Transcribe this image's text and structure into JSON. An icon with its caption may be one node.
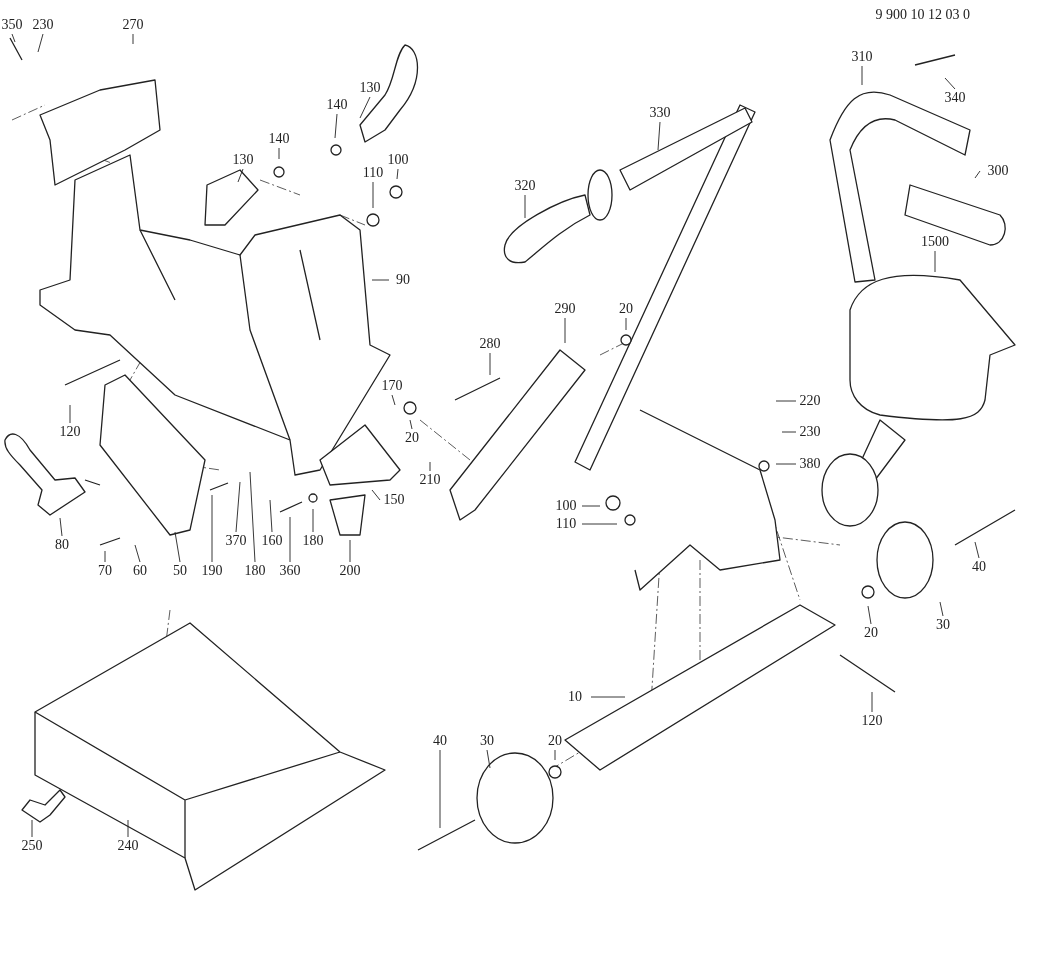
{
  "diagram": {
    "nodes": [
      {
        "text": [
          "350"
        ]
      },
      {
        "text": [
          "230"
        ]
      },
      {
        "text": [
          "270"
        ]
      },
      {
        "text": [
          "130"
        ]
      },
      {
        "text": [
          "140"
        ]
      },
      {
        "text": [
          "310"
        ]
      },
      {
        "text": [
          "340"
        ]
      },
      {
        "text": [
          "330"
        ]
      },
      {
        "text": [
          "140"
        ]
      },
      {
        "text": [
          "130"
        ]
      },
      {
        "text": [
          "100"
        ]
      },
      {
        "text": [
          "110"
        ]
      },
      {
        "text": [
          "300"
        ]
      },
      {
        "text": [
          "320"
        ]
      },
      {
        "text": [
          "1500"
        ]
      },
      {
        "text": [
          "90"
        ]
      },
      {
        "text": [
          "290"
        ]
      },
      {
        "text": [
          "20"
        ]
      },
      {
        "text": [
          "280"
        ]
      },
      {
        "text": [
          "170"
        ]
      },
      {
        "text": [
          "120"
        ]
      },
      {
        "text": [
          "220"
        ]
      },
      {
        "text": [
          "20"
        ]
      },
      {
        "text": [
          "230"
        ]
      },
      {
        "text": [
          "210"
        ]
      },
      {
        "text": [
          "380"
        ]
      },
      {
        "text": [
          "150"
        ]
      },
      {
        "text": [
          "100"
        ]
      },
      {
        "text": [
          "110"
        ]
      },
      {
        "text": [
          "80"
        ]
      },
      {
        "text": [
          "370"
        ]
      },
      {
        "text": [
          "160"
        ]
      },
      {
        "text": [
          "180"
        ]
      },
      {
        "text": [
          "40"
        ]
      },
      {
        "text": [
          "70"
        ]
      },
      {
        "text": [
          "60"
        ]
      },
      {
        "text": [
          "50"
        ]
      },
      {
        "text": [
          "190"
        ]
      },
      {
        "text": [
          "180"
        ]
      },
      {
        "text": [
          "360"
        ]
      },
      {
        "text": [
          "200"
        ]
      },
      {
        "text": [
          "30"
        ]
      },
      {
        "text": [
          "20"
        ]
      },
      {
        "text": [
          "10"
        ]
      },
      {
        "text": [
          "120"
        ]
      },
      {
        "text": [
          "40"
        ]
      },
      {
        "text": [
          "30"
        ]
      },
      {
        "text": [
          "20"
        ]
      },
      {
        "text": [
          "250"
        ]
      },
      {
        "text": [
          "240"
        ]
      }
    ],
    "edges": [
      {
        "from": 0,
        "to": null,
        "arrow": "none"
      },
      {
        "from": 1,
        "to": null,
        "arrow": "none"
      },
      {
        "from": 2,
        "to": null,
        "arrow": "none"
      },
      {
        "from": 3,
        "to": null,
        "arrow": "none"
      },
      {
        "from": 4,
        "to": null,
        "arrow": "none"
      },
      {
        "from": 5,
        "to": null,
        "arrow": "none"
      },
      {
        "from": 6,
        "to": null,
        "arrow": "none"
      },
      {
        "from": 7,
        "to": null,
        "arrow": "none"
      },
      {
        "from": 8,
        "to": null,
        "arrow": "none"
      },
      {
        "from": 9,
        "to": null,
        "arrow": "none"
      },
      {
        "from": 10,
        "to": null,
        "arrow": "none"
      },
      {
        "from": 11,
        "to": null,
        "arrow": "none"
      },
      {
        "from": 12,
        "to": null,
        "arrow": "none"
      },
      {
        "from": 13,
        "to": null,
        "arrow": "none"
      },
      {
        "from": 14,
        "to": null,
        "arrow": "none"
      },
      {
        "from": 15,
        "to": null,
        "arrow": "none"
      },
      {
        "from": 16,
        "to": null,
        "arrow": "none"
      },
      {
        "from": 17,
        "to": null,
        "arrow": "none"
      },
      {
        "from": 18,
        "to": null,
        "arrow": "none"
      },
      {
        "from": 19,
        "to": null,
        "arrow": "none"
      },
      {
        "from": 20,
        "to": null,
        "arrow": "none"
      },
      {
        "from": 21,
        "to": null,
        "arrow": "none"
      },
      {
        "from": 22,
        "to": null,
        "arrow": "none"
      },
      {
        "from": 23,
        "to": null,
        "arrow": "none"
      },
      {
        "from": 24,
        "to": null,
        "arrow": "none"
      },
      {
        "from": 25,
        "to": null,
        "arrow": "none"
      },
      {
        "from": 26,
        "to": null,
        "arrow": "none"
      },
      {
        "from": 27,
        "to": null,
        "arrow": "none"
      },
      {
        "from": 28,
        "to": null,
        "arrow": "none"
      },
      {
        "from": 29,
        "to": null,
        "arrow": "none"
      },
      {
        "from": 30,
        "to": null,
        "arrow": "none"
      },
      {
        "from": 31,
        "to": null,
        "arrow": "none"
      },
      {
        "from": 32,
        "to": null,
        "arrow": "none"
      },
      {
        "from": 33,
        "to": null,
        "arrow": "none"
      },
      {
        "from": 34,
        "to": null,
        "arrow": "none"
      },
      {
        "from": 35,
        "to": null,
        "arrow": "none"
      },
      {
        "from": 36,
        "to": null,
        "arrow": "none"
      },
      {
        "from": 37,
        "to": null,
        "arrow": "none"
      },
      {
        "from": 38,
        "to": null,
        "arrow": "none"
      },
      {
        "from": 39,
        "to": null,
        "arrow": "none"
      },
      {
        "from": 40,
        "to": null,
        "arrow": "none"
      },
      {
        "from": 41,
        "to": null,
        "arrow": "none"
      },
      {
        "from": 42,
        "to": null,
        "arrow": "none"
      },
      {
        "from": 43,
        "to": null,
        "arrow": "none"
      },
      {
        "from": 44,
        "to": null,
        "arrow": "none"
      },
      {
        "from": 45,
        "to": null,
        "arrow": "none"
      },
      {
        "from": 46,
        "to": null,
        "arrow": "none"
      },
      {
        "from": 47,
        "to": null,
        "arrow": "none"
      },
      {
        "from": 48,
        "to": null,
        "arrow": "none"
      },
      {
        "from": 49,
        "to": null,
        "arrow": "none"
      }
    ],
    "labels": [
      "9 900 10 12 03 0"
    ]
  }
}
